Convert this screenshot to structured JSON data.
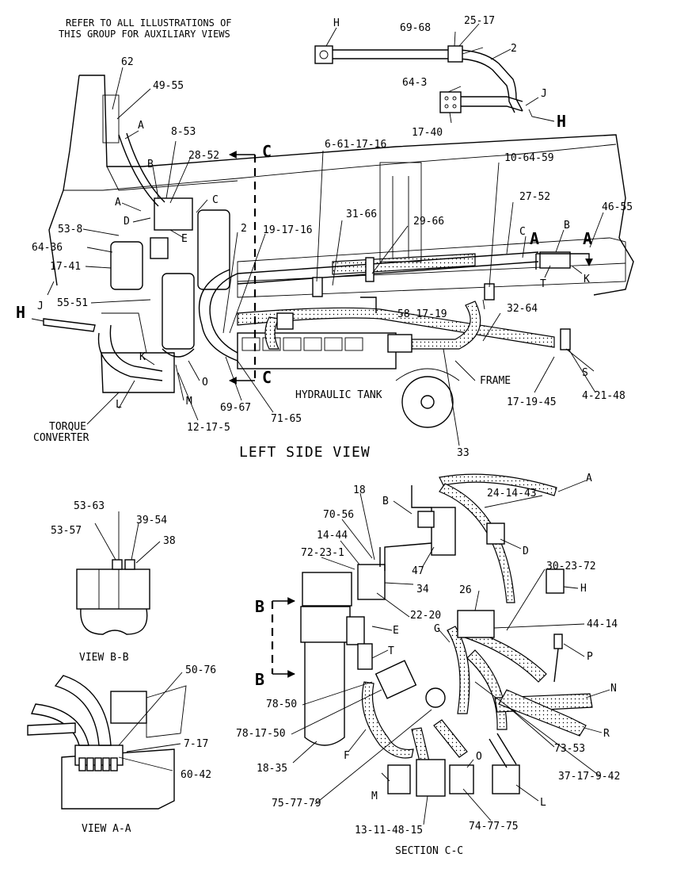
{
  "header_note": [
    "REFER TO ALL ILLUSTRATIONS OF",
    "THIS GROUP FOR AUXILIARY VIEWS"
  ],
  "views": {
    "left_side_view": "LEFT SIDE VIEW",
    "view_b_b": "VIEW B-B",
    "view_a_a": "VIEW A-A",
    "section_c_c": "SECTION C-C"
  },
  "component_labels": {
    "hydraulic_tank": "HYDRAULIC TANK",
    "frame": "FRAME",
    "torque_converter": [
      "TORQUE",
      "CONVERTER"
    ]
  },
  "section_markers": {
    "c": "C",
    "a": "A",
    "b": "B"
  },
  "callouts": {
    "top_detail": [
      "H",
      "69-68",
      "25-17",
      "2",
      "64-3",
      "J",
      "17-40",
      "H"
    ],
    "left_side": [
      "62",
      "49-55",
      "A",
      "8-53",
      "28-52",
      "B",
      "A",
      "D",
      "C",
      "E",
      "53-8",
      "64-36",
      "17-41",
      "55-51",
      "H",
      "J",
      "K",
      "L",
      "M",
      "O",
      "2",
      "19-17-16",
      "6-61-17-16",
      "31-66",
      "29-66",
      "10-64-59",
      "27-52",
      "C",
      "B",
      "46-55",
      "T",
      "K",
      "58-17-19",
      "32-64",
      "S",
      "4-21-48",
      "17-19-45",
      "69-67",
      "71-65",
      "12-17-5",
      "33"
    ],
    "view_b_b": [
      "53-63",
      "53-57",
      "39-54",
      "38"
    ],
    "view_a_a": [
      "50-76",
      "7-17",
      "60-42"
    ],
    "section_c_c": [
      "18",
      "70-56",
      "B",
      "14-44",
      "72-23-1",
      "47",
      "24-14-43",
      "A",
      "D",
      "34",
      "22-20",
      "30-23-72",
      "26",
      "H",
      "44-14",
      "G",
      "E",
      "T",
      "P",
      "N",
      "R",
      "78-50",
      "78-17-50",
      "18-35",
      "F",
      "73-53",
      "37-17-9-42",
      "75-77-79",
      "M",
      "O",
      "74-77-75",
      "L",
      "13-11-48-15"
    ]
  }
}
